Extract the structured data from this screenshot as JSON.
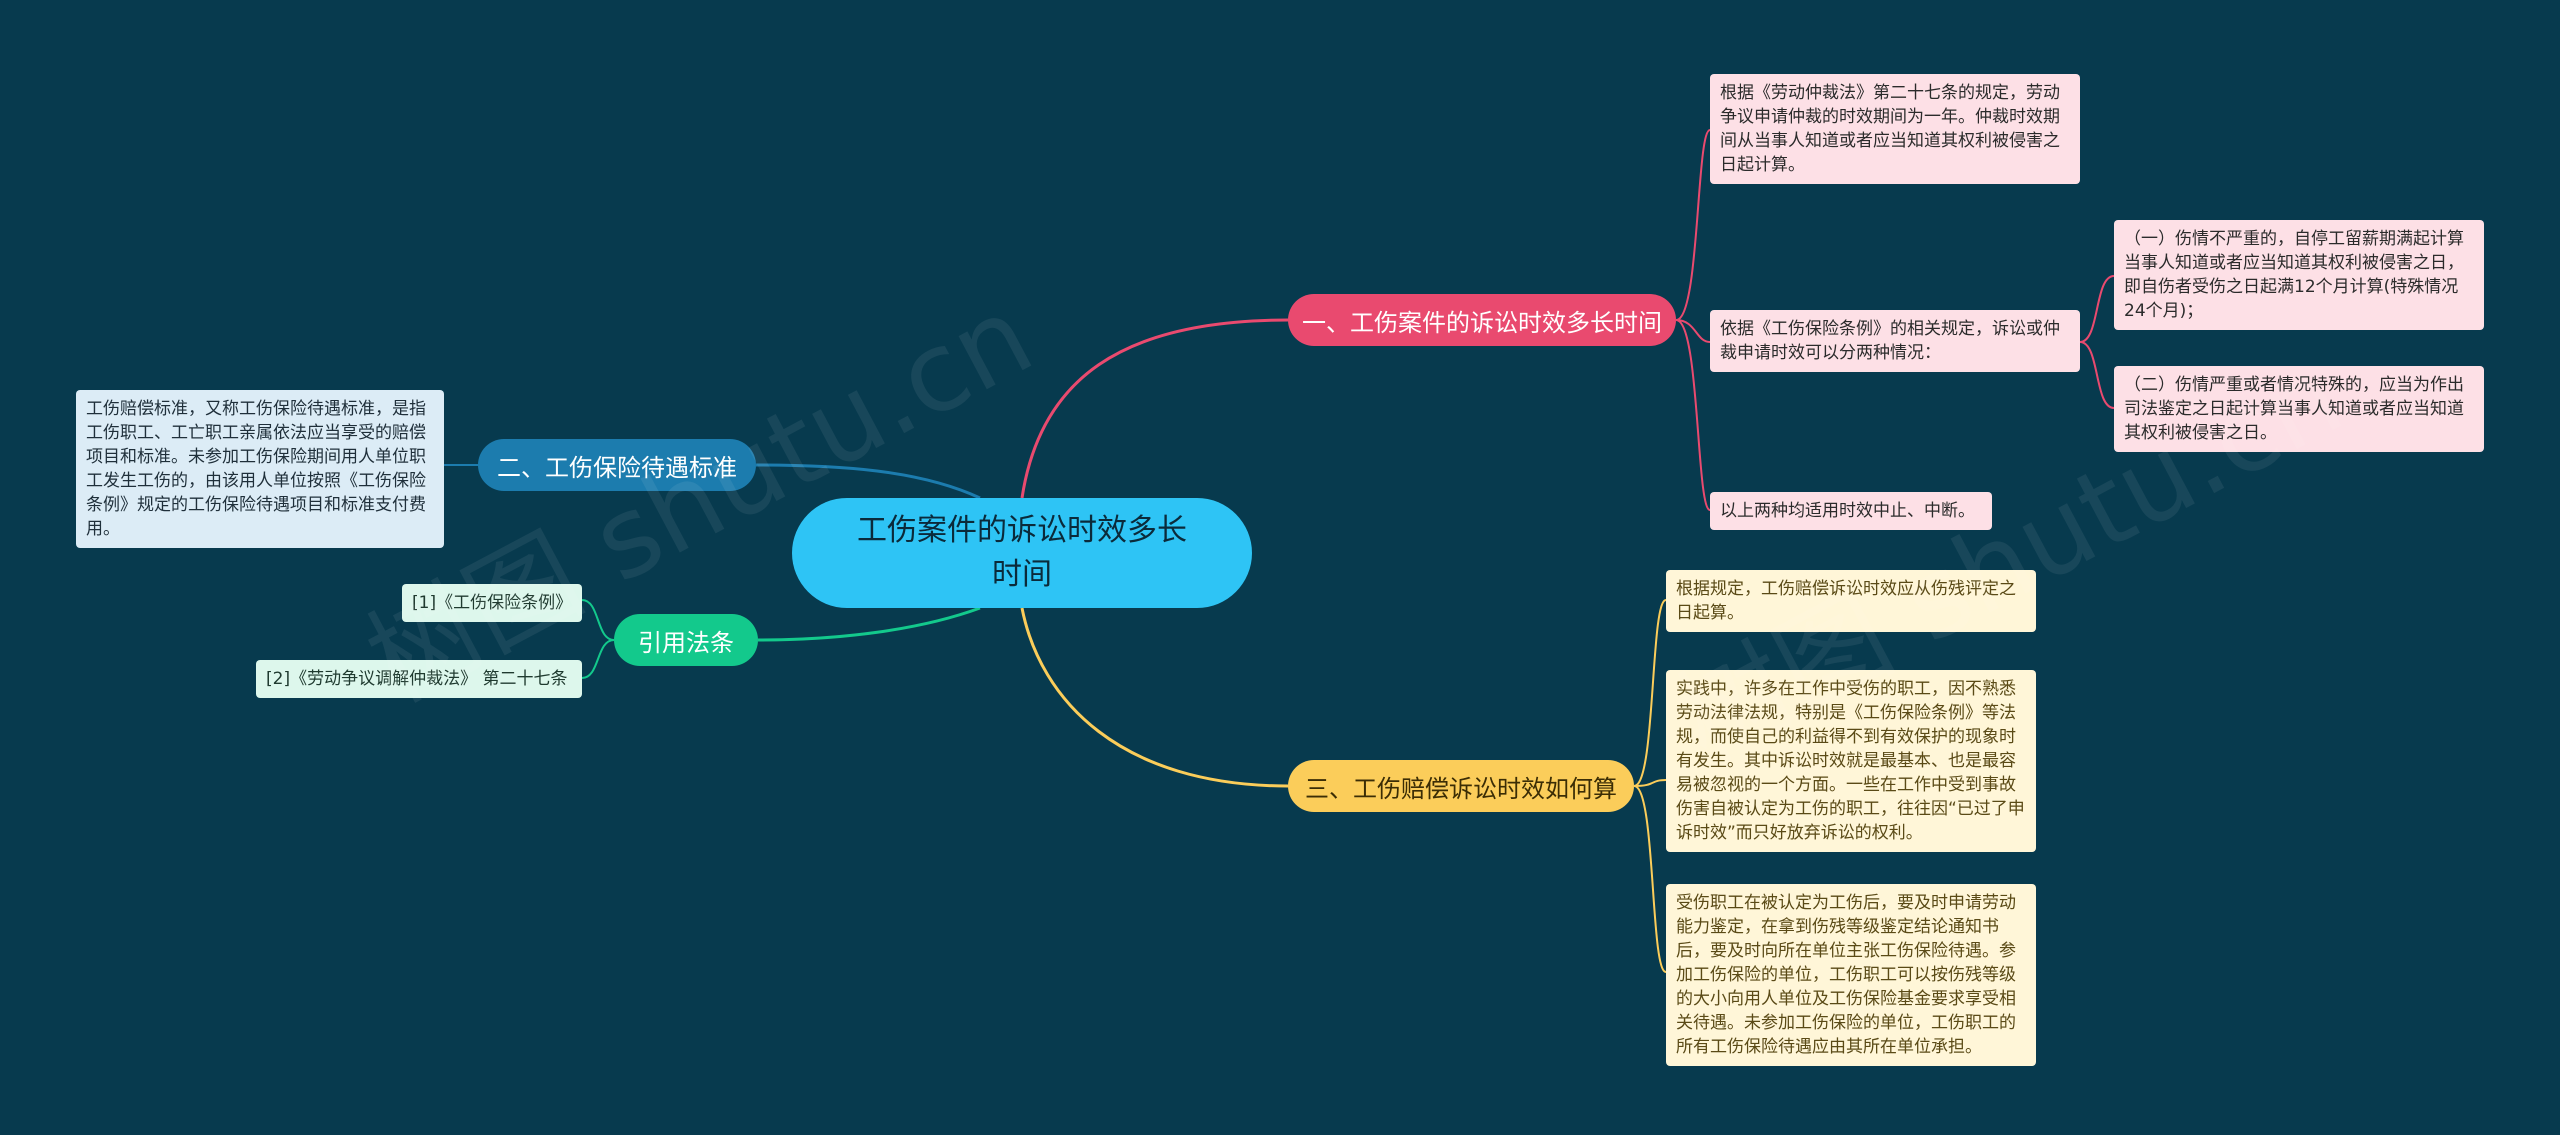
{
  "root": {
    "label": "工伤案件的诉讼时效多长时间"
  },
  "branches": {
    "b1": {
      "label": "一、工伤案件的诉讼时效多长时间",
      "color": "#e94a6f",
      "children": [
        {
          "text": "根据《劳动仲裁法》第二十七条的规定，劳动争议申请仲裁的时效期间为一年。仲裁时效期间从当事人知道或者应当知道其权利被侵害之日起计算。"
        },
        {
          "text": "依据《工伤保险条例》的相关规定，诉讼或仲裁申请时效可以分两种情况：",
          "children": [
            {
              "text": "（一）伤情不严重的，自停工留薪期满起计算当事人知道或者应当知道其权利被侵害之日，即自伤者受伤之日起满12个月计算(特殊情况24个月)；"
            },
            {
              "text": "（二）伤情严重或者情况特殊的，应当为作出司法鉴定之日起计算当事人知道或者应当知道其权利被侵害之日。"
            }
          ]
        },
        {
          "text": "以上两种均适用时效中止、中断。"
        }
      ]
    },
    "b2": {
      "label": "二、工伤保险待遇标准",
      "color": "#1c7cae",
      "children": [
        {
          "text": "工伤赔偿标准，又称工伤保险待遇标准，是指工伤职工、工亡职工亲属依法应当享受的赔偿项目和标准。未参加工伤保险期间用人单位职工发生工伤的，由该用人单位按照《工伤保险条例》规定的工伤保险待遇项目和标准支付费用。"
        }
      ]
    },
    "b3": {
      "label": "引用法条",
      "color": "#13c98c",
      "children": [
        {
          "text": "[1]《工伤保险条例》"
        },
        {
          "text": "[2]《劳动争议调解仲裁法》 第二十七条"
        }
      ]
    },
    "b4": {
      "label": "三、工伤赔偿诉讼时效如何算",
      "color": "#fbcd5a",
      "children": [
        {
          "text": "根据规定，工伤赔偿诉讼时效应从伤残评定之日起算。"
        },
        {
          "text": "实践中，许多在工作中受伤的职工，因不熟悉劳动法律法规，特别是《工伤保险条例》等法规，而使自己的利益得不到有效保护的现象时有发生。其中诉讼时效就是最基本、也是最容易被忽视的一个方面。一些在工作中受到事故伤害自被认定为工伤的职工，往往因“已过了申诉时效”而只好放弃诉讼的权利。"
        },
        {
          "text": "受伤职工在被认定为工伤后，要及时申请劳动能力鉴定，在拿到伤残等级鉴定结论通知书后，要及时向所在单位主张工伤保险待遇。参加工伤保险的单位，工伤职工可以按伤残等级的大小向用人单位及工伤保险基金要求享受相关待遇。未参加工伤保险的单位，工伤职工的所有工伤保险待遇应由其所在单位承担。"
        }
      ]
    }
  },
  "watermarks": [
    "树图 shutu.cn",
    "树图 shutu.cn"
  ]
}
